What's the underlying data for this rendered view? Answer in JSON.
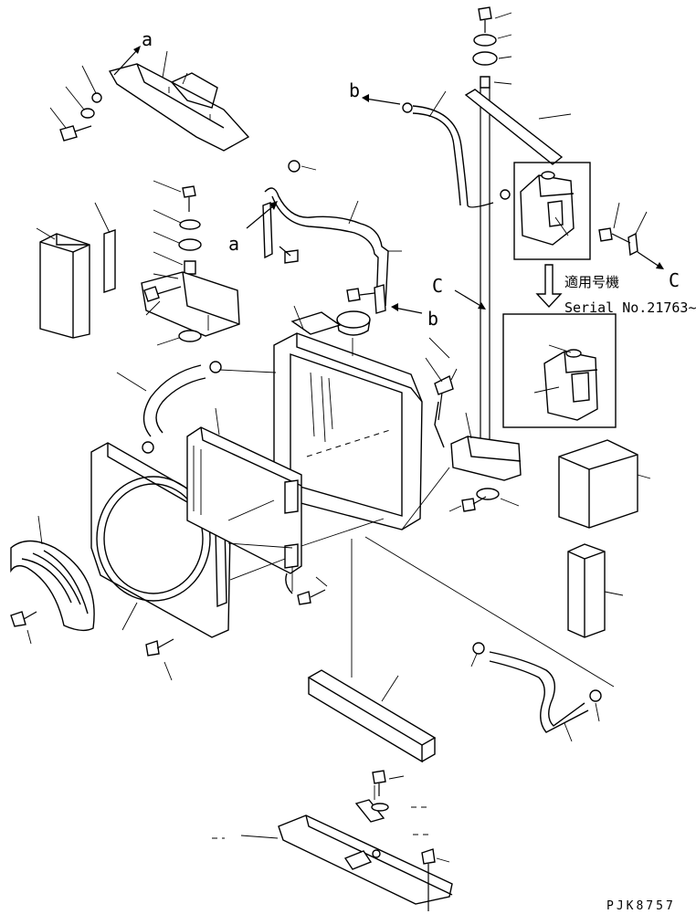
{
  "labels": {
    "ref_a_top": "a",
    "ref_a_mid": "a",
    "ref_b_top": "b",
    "ref_b_mid": "b",
    "ref_c_mid": "C",
    "ref_c_right": "C"
  },
  "serial_note": {
    "line1": "適用号機",
    "line2": "Serial No.21763~"
  },
  "drawing_code": "PJK8757"
}
